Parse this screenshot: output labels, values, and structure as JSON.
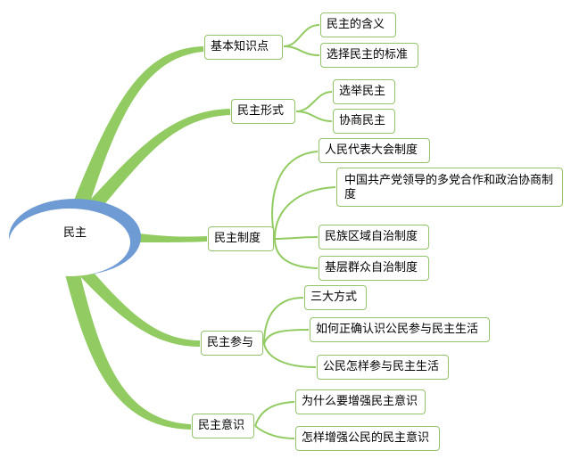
{
  "colors": {
    "branch": "#92cb62",
    "node_border": "#93c46b",
    "root_ring": "#6f9bd4"
  },
  "root": {
    "label": "民主"
  },
  "branches": [
    {
      "label": "基本知识点",
      "children": [
        {
          "label": "民主的含义"
        },
        {
          "label": "选择民主的标准"
        }
      ]
    },
    {
      "label": "民主形式",
      "children": [
        {
          "label": "选举民主"
        },
        {
          "label": "协商民主"
        }
      ]
    },
    {
      "label": "民主制度",
      "children": [
        {
          "label": "人民代表大会制度"
        },
        {
          "label": "中国共产党领导的多党合作和政治协商制度"
        },
        {
          "label": "民族区域自治制度"
        },
        {
          "label": "基层群众自治制度"
        }
      ]
    },
    {
      "label": "民主参与",
      "children": [
        {
          "label": "三大方式"
        },
        {
          "label": "如何正确认识公民参与民主生活"
        },
        {
          "label": "公民怎样参与民主生活"
        }
      ]
    },
    {
      "label": "民主意识",
      "children": [
        {
          "label": "为什么要增强民主意识"
        },
        {
          "label": "怎样增强公民的民主意识"
        }
      ]
    }
  ]
}
